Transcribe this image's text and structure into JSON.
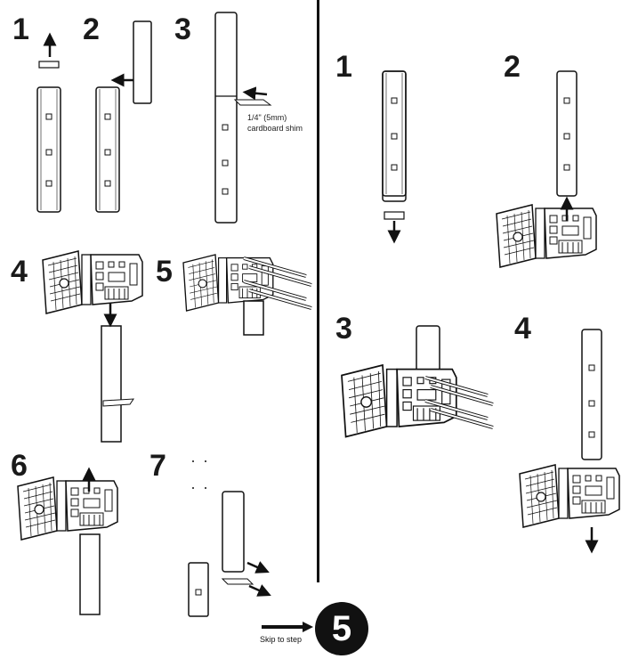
{
  "left_steps": [
    "1",
    "2",
    "3",
    "4",
    "5",
    "6",
    "7"
  ],
  "right_steps": [
    "1",
    "2",
    "3",
    "4"
  ],
  "shim_note": {
    "line1": "1/4\" (5mm)",
    "line2": "cardboard shim"
  },
  "skip": {
    "label": "Skip to step",
    "step": "5"
  },
  "colors": {
    "ink": "#111111",
    "paper": "#ffffff",
    "shade": "#e6e6e6"
  }
}
